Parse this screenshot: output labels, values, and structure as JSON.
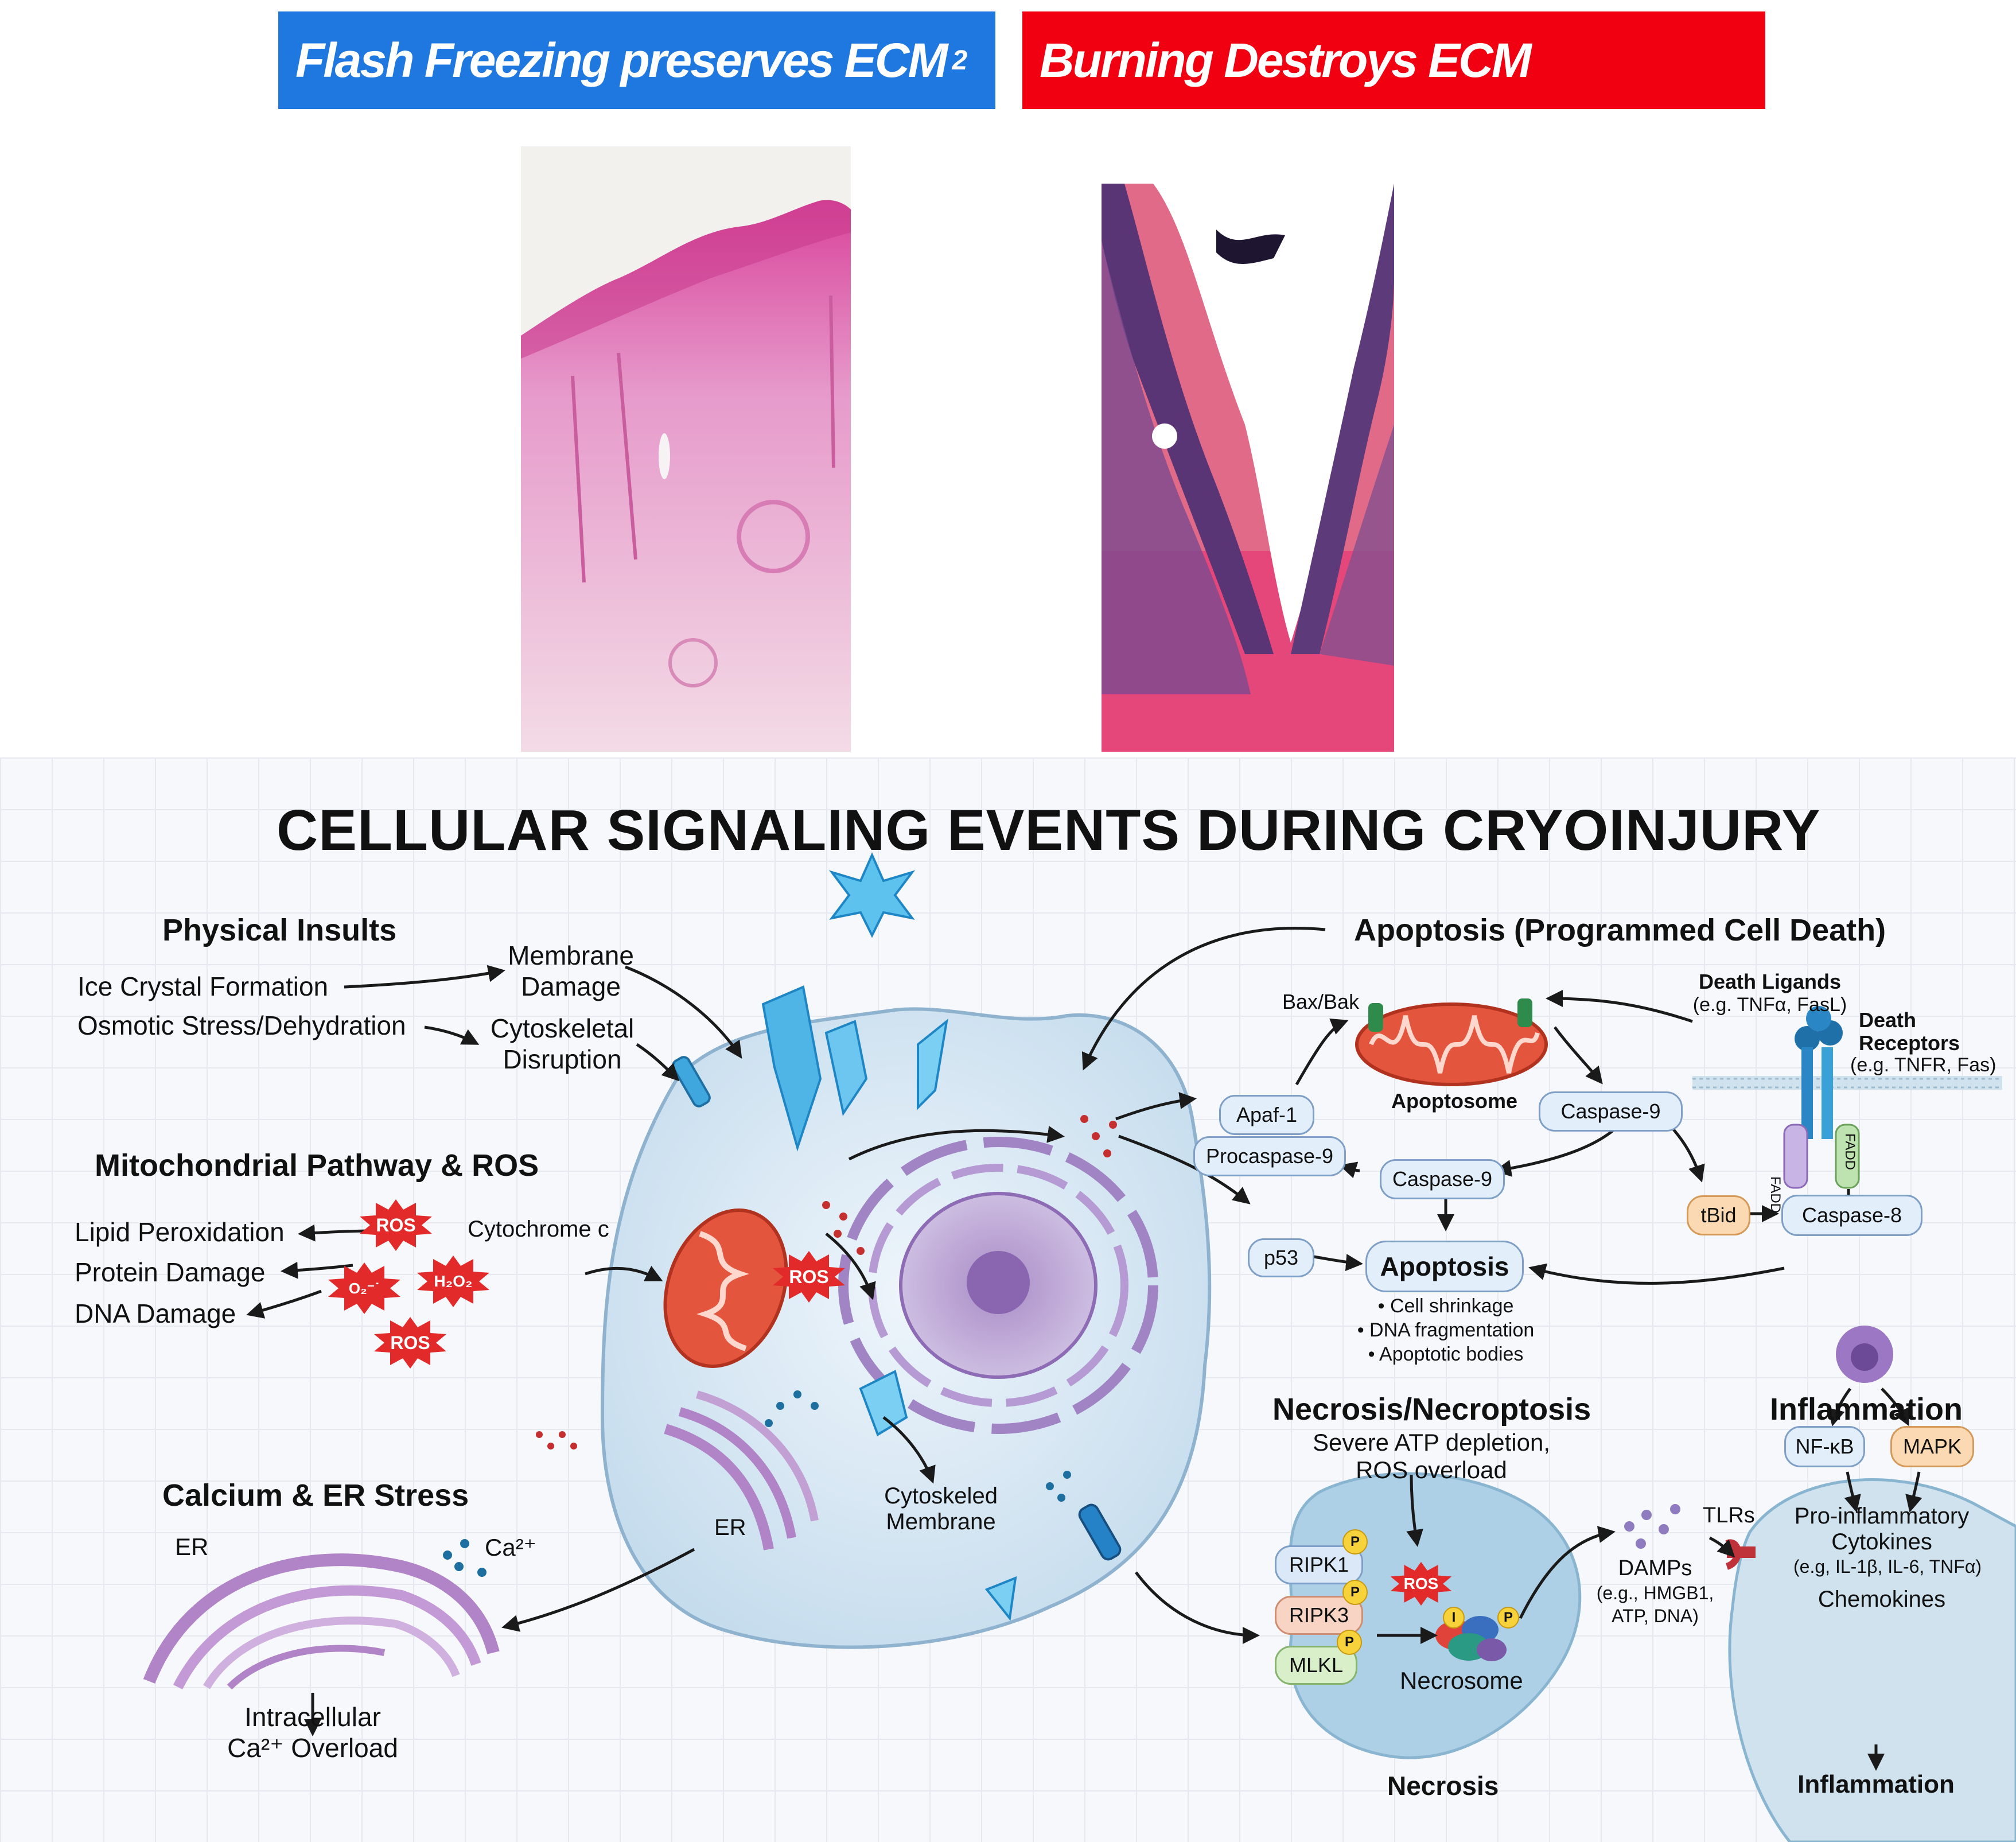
{
  "banners": {
    "left": {
      "text": "Flash Freezing preserves ECM",
      "superscript": "2",
      "color": "#1f78e0"
    },
    "right": {
      "text": "Burning Destroys ECM",
      "color": "#f00010"
    }
  },
  "diagram": {
    "title": "CELLULAR SIGNALING EVENTS DURING CRYOINJURY",
    "physical": {
      "heading": "Physical Insults",
      "ice": "Ice Crystal Formation",
      "osmotic": "Osmotic Stress/Dehydration",
      "membrane_line1": "Membrane",
      "membrane_line2": "Damage",
      "cyto_line1": "Cytoskeletal",
      "cyto_line2": "Disruption"
    },
    "mito": {
      "heading": "Mitochondrial Pathway & ROS",
      "lipid": "Lipid Peroxidation",
      "protein": "Protein Damage",
      "dna": "DNA Damage",
      "cytochrome": "Cytochrome c",
      "ros": "ROS",
      "superoxide": "O₂⁻˙",
      "h2o2": "H₂O₂"
    },
    "calcium": {
      "heading": "Calcium & ER Stress",
      "er": "ER",
      "ca": "Ca²⁺",
      "overload_line1": "Intracellular",
      "overload_line2": "Ca²⁺ Overload"
    },
    "cell": {
      "er": "ER",
      "cytoskel_line1": "Cytoskeled",
      "cytoskel_line2": "Membrane",
      "ros": "ROS"
    },
    "apoptosis": {
      "heading": "Apoptosis (Programmed Cell Death)",
      "bax": "Bax/Bak",
      "apoptosome": "Apoptosome",
      "death_ligands": "Death Ligands",
      "death_ligands_eg": "(e.g. TNFα, FasL)",
      "death_receptors": "Death",
      "death_receptors_2": "Receptors",
      "death_receptors_eg": "(e.g. TNFR, Fas)",
      "fadd": "FADD",
      "apaf1": "Apaf-1",
      "procaspase9": "Procaspase-9",
      "caspase9_a": "Caspase-9",
      "caspase9_b": "Caspase-9",
      "tbid": "tBid",
      "caspase8": "Caspase-8",
      "p53": "p53",
      "apoptosis_box": "Apoptosis",
      "bullet1": "• Cell shrinkage",
      "bullet2": "• DNA fragmentation",
      "bullet3": "• Apoptotic bodies"
    },
    "necrosis": {
      "heading": "Necrosis/Necroptosis",
      "sub_line1": "Severe ATP depletion,",
      "sub_line2": "ROS overload",
      "ripk1": "RIPK1",
      "ripk3": "RIPK3",
      "mlkl": "MLKL",
      "p": "P",
      "i": "I",
      "ros": "ROS",
      "necrosome": "Necrosome",
      "necrosis": "Necrosis",
      "damps": "DAMPs",
      "damps_eg1": "(e.g., HMGB1,",
      "damps_eg2": "ATP, DNA)",
      "tlrs": "TLRs"
    },
    "inflammation": {
      "heading": "Inflammation",
      "nfkb": "NF-κB",
      "mapk": "MAPK",
      "cyto_line1": "Pro-inflammatory",
      "cyto_line2": "Cytokines",
      "cyto_line3": "(e.g, IL-1β, IL-6, TNFα)",
      "chemokines": "Chemokines",
      "result": "Inflammation"
    }
  }
}
